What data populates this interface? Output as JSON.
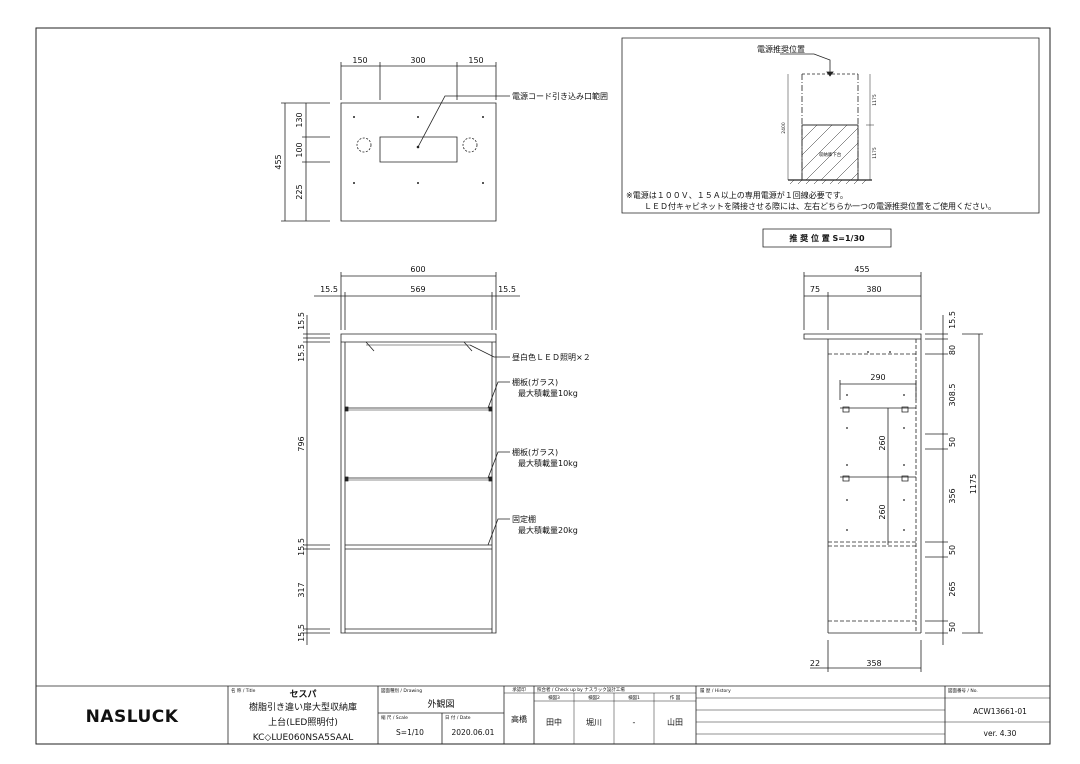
{
  "top_view": {
    "dims_top": [
      "150",
      "300",
      "150"
    ],
    "dims_left": [
      "130",
      "100",
      "225"
    ],
    "dim_overall": "455",
    "cord_label": "電源コード引き込み口範囲"
  },
  "recommend": {
    "title_label": "電源推奨位置",
    "dim_total": "2400",
    "dim_upper": "1175",
    "dim_lower": "1175",
    "base_label": "収納庫下台",
    "note1": "※電源は１００Ｖ、１５Ａ以上の専用電源が１回線必要です。",
    "note2": "ＬＥＤ付キャビネットを隣接させる際には、左右どちらか一つの電源推奨位置をご使用ください。",
    "caption": "推 奨 位 置 S=1/30"
  },
  "front_view": {
    "dim_width": "600",
    "dim_inner": "569",
    "dim_side_l": "15.5",
    "dim_side_r": "15.5",
    "dims_left": [
      "15.5",
      "15.5",
      "796",
      "15.5",
      "317",
      "15.5"
    ],
    "led_label": "昼白色ＬＥＤ照明×２",
    "shelf1_title": "棚板(ガラス)",
    "shelf1_load": "最大積載量10kg",
    "shelf2_title": "棚板(ガラス)",
    "shelf2_load": "最大積載量10kg",
    "fixed_title": "固定棚",
    "fixed_load": "最大積載量20kg"
  },
  "side_view": {
    "dim_depth": "455",
    "dim_75": "75",
    "dim_380": "380",
    "dim_290": "290",
    "dim_260a": "260",
    "dim_260b": "260",
    "dims_right": [
      "15.5",
      "80",
      "308.5",
      "50",
      "356",
      "50",
      "265",
      "50"
    ],
    "dim_total": "1175",
    "dim_22": "22",
    "dim_358": "358"
  },
  "title_block": {
    "brand": "NASLUCK",
    "name_hdr": "名 称 / Title",
    "name_series": "セスパ",
    "name_line1": "樹脂引き違い扉大型収納庫",
    "name_line2": "上台(LED照明付)",
    "name_line3": "KC◇LUE060NSA5SAAL",
    "drawing_hdr": "図面種別 / Drawing",
    "drawing_type": "外観図",
    "scale_hdr": "縮 尺 / Scale",
    "scale": "S=1/10",
    "date_hdr": "日 付 / Date",
    "date": "2020.06.01",
    "approve_hdr": "承認印",
    "approver": "高橋",
    "check_hdr": "照合者 / Check up by ナスラック設計工場",
    "check_cols": [
      "検図3",
      "検図2",
      "検図1",
      "作 図"
    ],
    "check_names": [
      "田中",
      "堀川",
      "-",
      "山田"
    ],
    "history_hdr": "履 歴 / History",
    "no_hdr": "図面番号 / No.",
    "drawing_no": "ACW13661-01",
    "version": "ver. 4.30"
  }
}
